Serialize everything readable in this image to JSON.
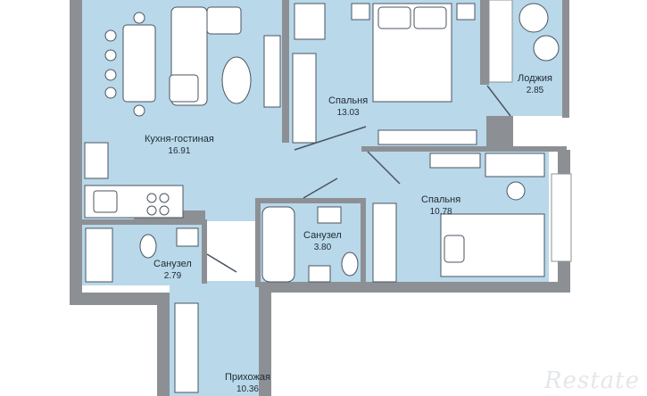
{
  "plan": {
    "colors": {
      "floor": "#b9d8ea",
      "wall": "#8c9094",
      "furniture": "#ffffff",
      "line": "#4a5560"
    },
    "rooms": [
      {
        "id": "kitchen",
        "name": "Кухня-гостиная",
        "area": "16.91"
      },
      {
        "id": "bedroom1",
        "name": "Спальня",
        "area": "13.03"
      },
      {
        "id": "loggia",
        "name": "Лоджия",
        "area": "2.85"
      },
      {
        "id": "bedroom2",
        "name": "Спальня",
        "area": "10.78"
      },
      {
        "id": "bath1",
        "name": "Санузел",
        "area": "3.80"
      },
      {
        "id": "bath2",
        "name": "Санузел",
        "area": "2.79"
      },
      {
        "id": "hall",
        "name": "Прихожая",
        "area": "10.36"
      }
    ]
  },
  "watermark": {
    "text": "Restate"
  }
}
